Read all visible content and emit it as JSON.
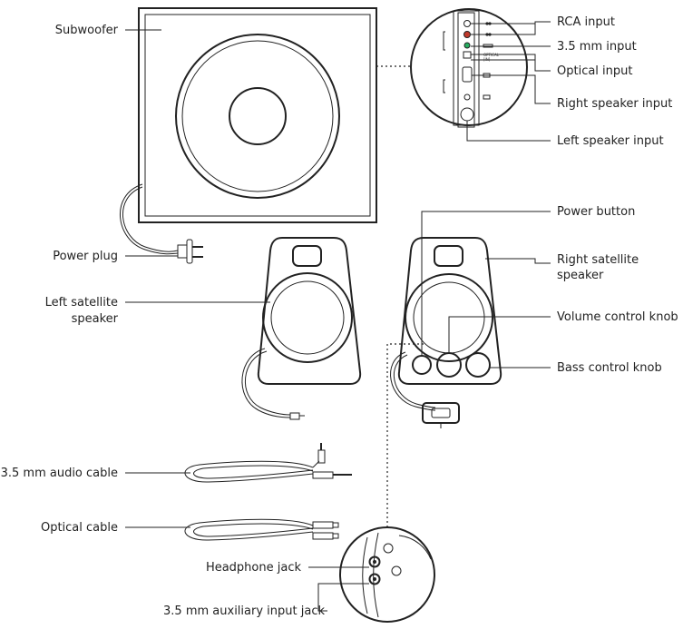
{
  "labels": {
    "subwoofer": "Subwoofer",
    "power_plug": "Power plug",
    "left_satellite_1": "Left satellite",
    "left_satellite_2": "speaker",
    "audio_cable": "3.5 mm audio cable",
    "optical_cable": "Optical cable",
    "headphone_jack": "Headphone jack",
    "aux_input_jack": "3.5 mm auxiliary input jack",
    "rca_input": "RCA input",
    "input_35mm": "3.5 mm input",
    "optical_input": "Optical input",
    "right_speaker_input": "Right speaker input",
    "left_speaker_input": "Left speaker input",
    "power_button": "Power button",
    "right_satellite_1": "Right satellite",
    "right_satellite_2": "speaker",
    "volume_knob": "Volume control knob",
    "bass_knob": "Bass control knob"
  },
  "panel_marks": {
    "optical_tag": "OPTICAL",
    "optical_tag_2": "[IN]"
  },
  "colors": {
    "rca_red": "#c0392b",
    "green_jack": "#27ae60",
    "line": "#222222"
  }
}
